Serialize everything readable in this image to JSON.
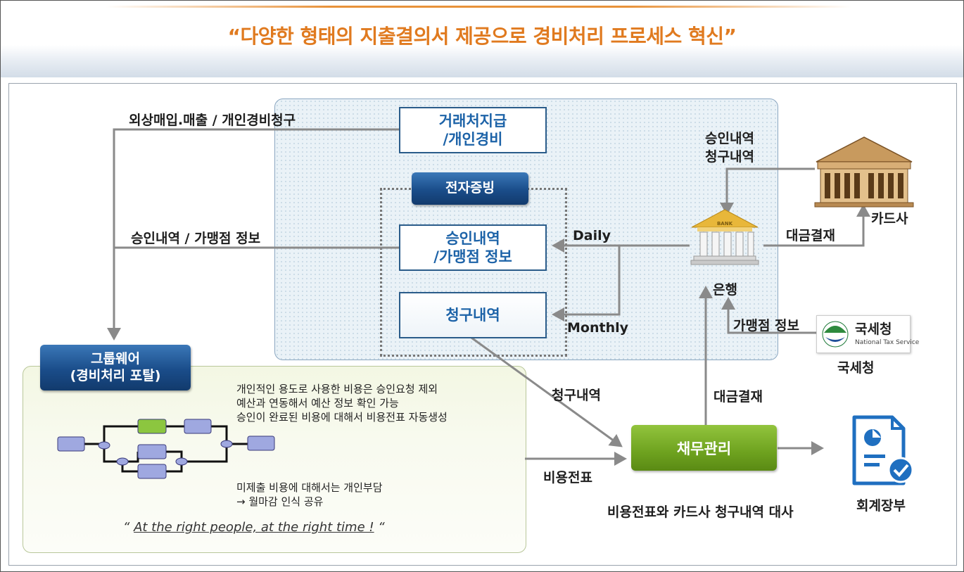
{
  "title": "“다양한 형태의 지출결의서 제공으로 경비처리 프로세스 혁신”",
  "boxes": {
    "vendor_payment": [
      "거래처지급",
      "/개인경비"
    ],
    "evidence": "전자증빙",
    "approval_info": [
      "승인내역",
      "/가맹점 정보"
    ],
    "billing": "청구내역",
    "groupware": [
      "그룹웨어",
      "(경비처리 포탈)"
    ],
    "debt_mgmt": "채무관리"
  },
  "labels": {
    "top_left": "외상매입.매출 / 개인경비청구",
    "mid_left": "승인내역 / 가맹점 정보",
    "bank_top": [
      "승인내역",
      "청구내역"
    ],
    "daily": "Daily",
    "monthly": "Monthly",
    "bank": "은행",
    "card_company": "카드사",
    "settlement_top": "대금결재",
    "merchant_info": "가맹점 정보",
    "nts": "국세청",
    "nts_logo_kr": "국세청",
    "nts_logo_en": "National Tax Service",
    "bank_sign": "BANK",
    "billing_flow": "청구내역",
    "settlement_bottom": "대금결재",
    "expense_slip": "비용전표",
    "reconcile": "비용전표와 카드사 청구내역 대사",
    "ledger": "회계장부"
  },
  "notes": {
    "lines1": [
      "개인적인 용도로 사용한 비용은 승인요청 제외",
      "예산과 연동해서 예산 정보 확인 가능",
      "승인이 완료된 비용에 대해서 비용전표 자동생성"
    ],
    "lines2": [
      "미제출 비용에 대해서는 개인부담",
      "→ 월마감 인식 공유"
    ],
    "quote_open": "“",
    "quote_text": "At the right people, at the right time !",
    "quote_close": "“"
  },
  "colors": {
    "title": "#e07a1f",
    "box_text": "#1d63a8",
    "arrow": "#8a8a8a",
    "green": "#6ea21f",
    "navy": "#1a4d8a"
  }
}
